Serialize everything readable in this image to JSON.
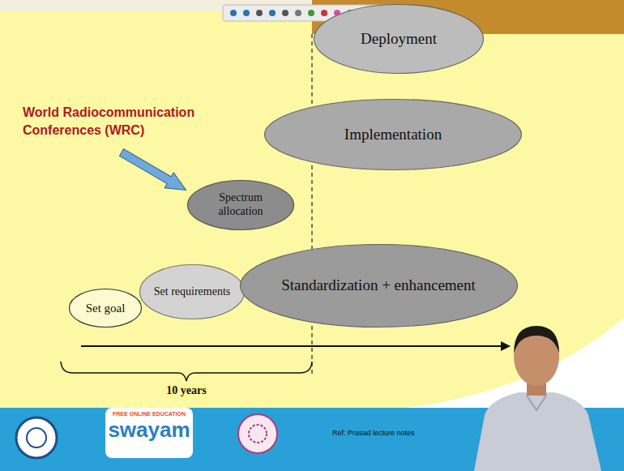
{
  "diagram": {
    "nodes": [
      {
        "text": [
          "Deployment"
        ]
      },
      {
        "text": [
          "Implementation"
        ]
      },
      {
        "text": [
          "Spectrum allocation"
        ]
      },
      {
        "text": [
          "Set goal"
        ]
      },
      {
        "text": [
          "Set requirements"
        ]
      },
      {
        "text": [
          "Standardization + enhancement"
        ]
      }
    ],
    "labels": [
      "World Radiocommunication Conferences (WRC)",
      "10 years",
      "FREE ONLINE EDUCATION",
      "swayam",
      "Ref: Prasad lecture notes"
    ]
  }
}
